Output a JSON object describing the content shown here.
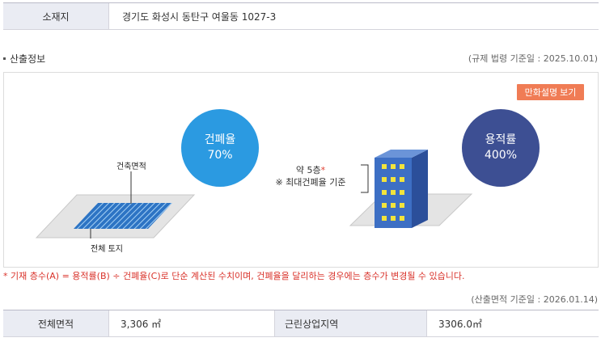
{
  "location": {
    "label": "소재지",
    "address": "경기도 화성시 동탄구 여울동 1027-3"
  },
  "section": {
    "title": "산출정보",
    "reference_date": "(규제 법령 기준일 : 2025.10.01)"
  },
  "manual_button": "만화설명 보기",
  "coverage": {
    "name": "건폐율",
    "value": "70%",
    "building_area_label": "건축면적",
    "land_label": "전체 토지"
  },
  "floor_area": {
    "name": "용적률",
    "value": "400%",
    "stories_label": "약 5층",
    "stories_star": "*",
    "stories_note": "※ 최대건폐율 기준"
  },
  "note": "* 기재 층수(A) = 용적률(B) ÷ 건폐율(C)로 단순 계산된 수치이며, 건폐율을 달리하는 경우에는 층수가 변경될 수 있습니다.",
  "area_reference_date": "(산출면적 기준일 : 2026.01.14)",
  "area_table": {
    "total_area_label": "전체면적",
    "total_area_value": "3,306 ㎡",
    "zone_label": "근린상업지역",
    "zone_value": "3306.0㎡"
  },
  "colors": {
    "coverage_circle": "#2b9ae1",
    "floor_area_circle": "#3d4f93",
    "button": "#f07c55",
    "note": "#d9322a",
    "building": "#3d6fc4",
    "window": "#f2e43c"
  }
}
